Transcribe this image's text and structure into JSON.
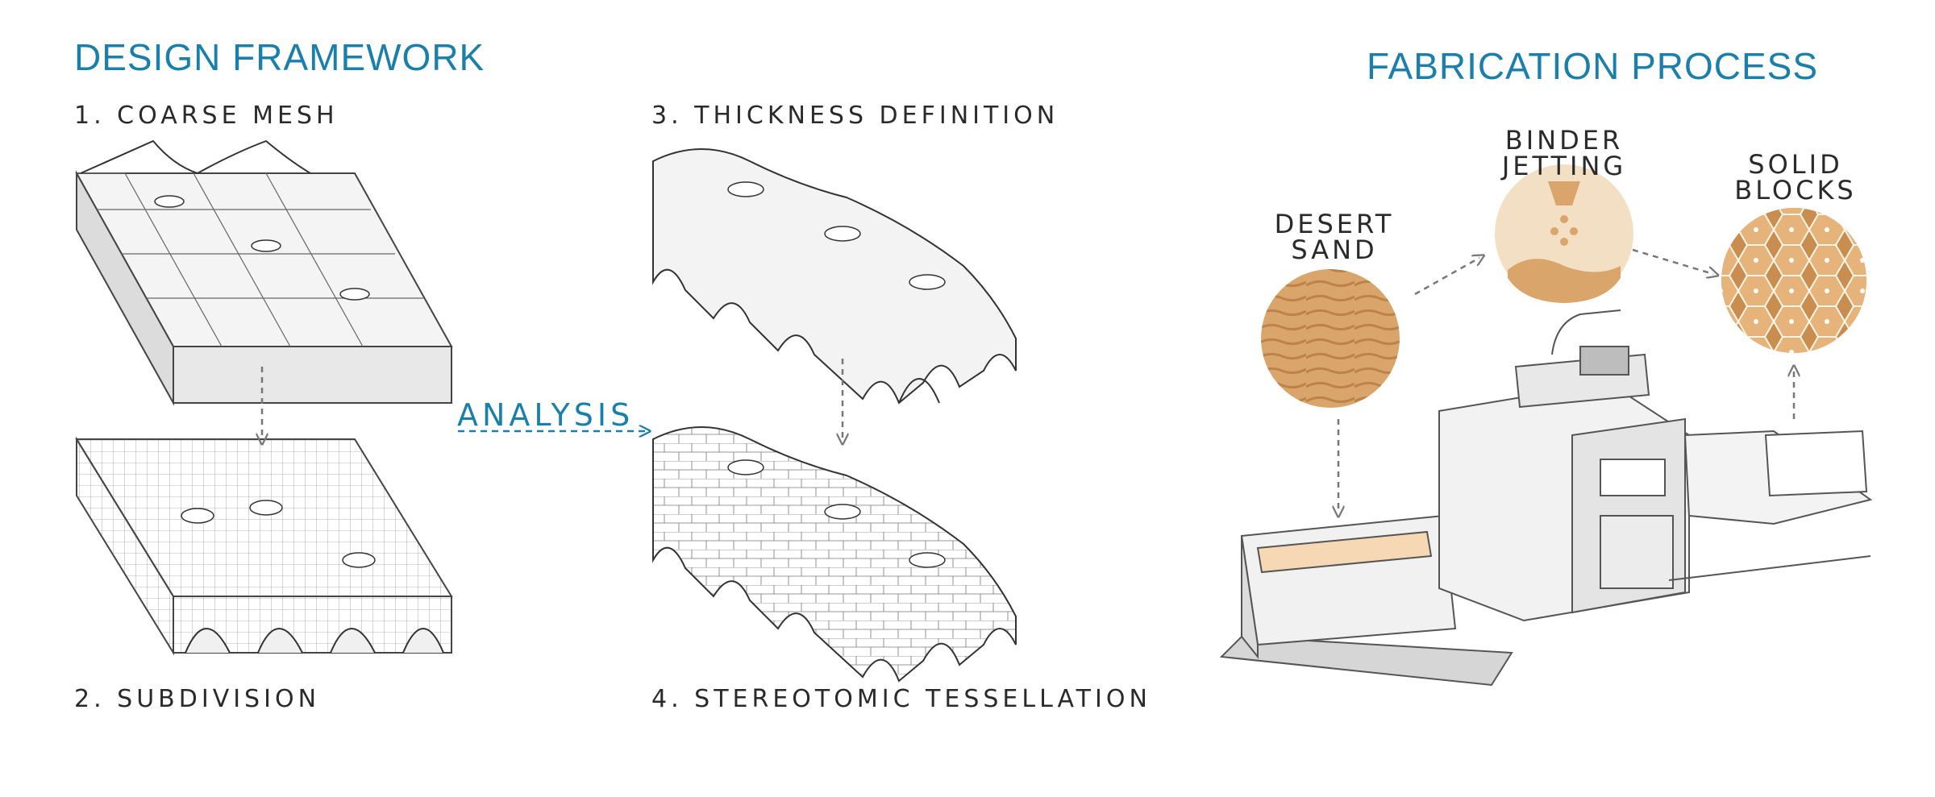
{
  "design": {
    "heading": "DESIGN FRAMEWORK",
    "steps": [
      {
        "label": "1. COARSE MESH"
      },
      {
        "label": "2. SUBDIVISION"
      },
      {
        "label": "3. THICKNESS DEFINITION"
      },
      {
        "label": "4. STEREOTOMIC TESSELLATION"
      }
    ],
    "analysis_label": "ANALYSIS"
  },
  "fabrication": {
    "heading": "FABRICATION PROCESS",
    "stages": [
      {
        "line1": "DESERT",
        "line2": "SAND"
      },
      {
        "line1": "BINDER",
        "line2": "JETTING"
      },
      {
        "line1": "SOLID",
        "line2": "BLOCKS"
      }
    ]
  },
  "colors": {
    "accent": "#1a7fab",
    "sand": "#d9a56a",
    "binder_bg": "#f3dfc4",
    "arrow": "#777777"
  }
}
